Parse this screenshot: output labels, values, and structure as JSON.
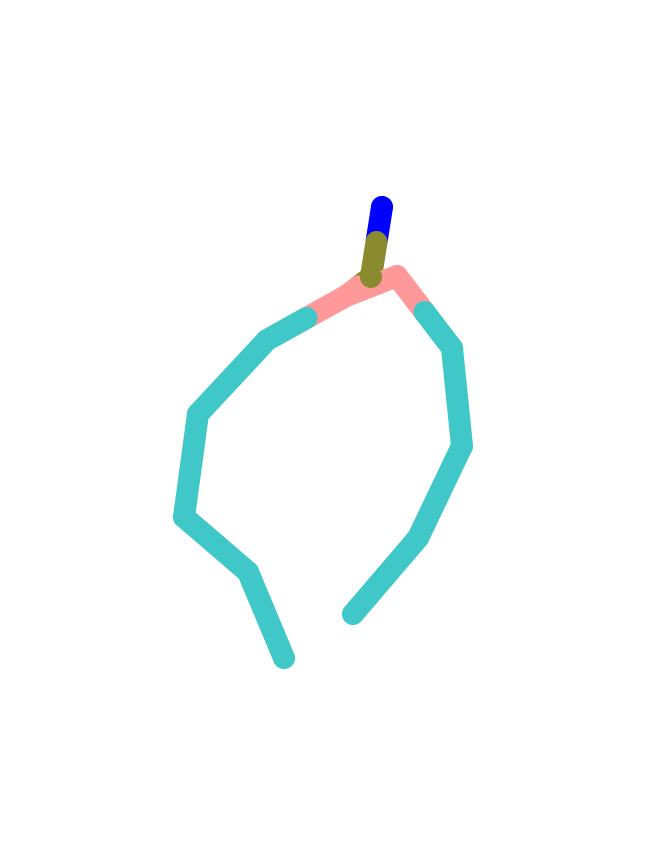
{
  "scene": {
    "background": "#ffffff",
    "representation": "sticks",
    "colors": {
      "carbon": "#40c8c8",
      "phosphorus": "#ff9999",
      "sulfur": "#8a8a2e",
      "nitrogen": "#0000ff"
    },
    "atoms": [
      {
        "id": "a1",
        "element": "nitrogen",
        "color_key": "nitrogen"
      },
      {
        "id": "a2",
        "element": "sulfur",
        "color_key": "sulfur"
      },
      {
        "id": "a3",
        "element": "phosphorus",
        "color_key": "phosphorus"
      },
      {
        "id": "a4",
        "element": "phosphorus",
        "color_key": "phosphorus"
      },
      {
        "id": "a5",
        "element": "carbon",
        "color_key": "carbon"
      },
      {
        "id": "a6",
        "element": "carbon",
        "color_key": "carbon"
      },
      {
        "id": "a7",
        "element": "carbon",
        "color_key": "carbon"
      },
      {
        "id": "a8",
        "element": "carbon",
        "color_key": "carbon"
      },
      {
        "id": "a9",
        "element": "carbon",
        "color_key": "carbon"
      },
      {
        "id": "a10",
        "element": "carbon",
        "color_key": "carbon"
      },
      {
        "id": "a11",
        "element": "carbon",
        "color_key": "carbon"
      },
      {
        "id": "a12",
        "element": "carbon",
        "color_key": "carbon"
      },
      {
        "id": "a13",
        "element": "carbon",
        "color_key": "carbon"
      },
      {
        "id": "a14",
        "element": "carbon",
        "color_key": "carbon"
      },
      {
        "id": "a15",
        "element": "carbon",
        "color_key": "carbon"
      }
    ]
  }
}
